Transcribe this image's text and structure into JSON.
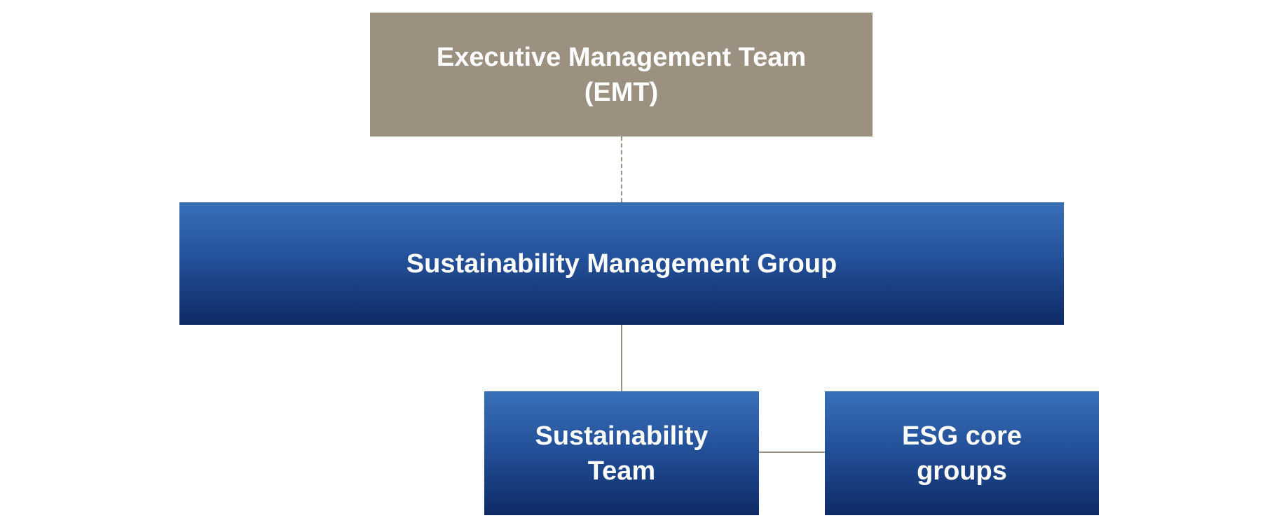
{
  "nodes": {
    "emt": {
      "line1": "Executive Management Team",
      "line2": "(EMT)"
    },
    "smg": {
      "label": "Sustainability Management Group"
    },
    "sustainability_team": {
      "line1": "Sustainability",
      "line2": "Team"
    },
    "esg": {
      "line1": "ESG core",
      "line2": "groups"
    }
  },
  "colors": {
    "emt": "#9c9080",
    "blue_top": "#3870b8",
    "blue_bottom": "#0d2a66",
    "connector": "#9c9080"
  }
}
